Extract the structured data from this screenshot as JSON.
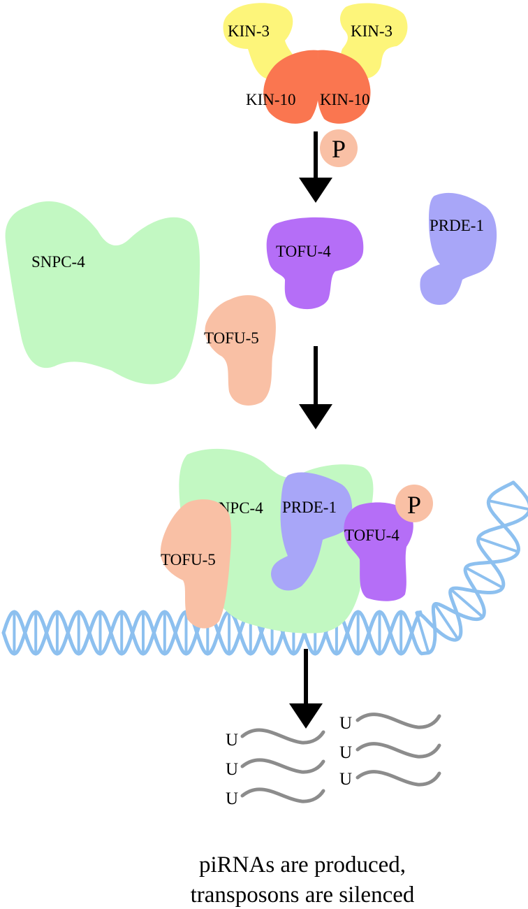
{
  "colors": {
    "kin3": "#fdf57a",
    "kin10": "#fa7650",
    "phospho": "#f9c0a5",
    "snpc4": "#c2f8c2",
    "tofu4": "#b56ef7",
    "tofu5": "#f9c0a5",
    "prde1": "#a8a6f8",
    "dna": "#8dc0ef",
    "rna": "#8c8c8c",
    "arrow": "#000000"
  },
  "stage1": {
    "kin3_left": "KIN-3",
    "kin3_right": "KIN-3",
    "kin10_left": "KIN-10",
    "kin10_right": "KIN-10",
    "phospho": "P"
  },
  "stage2": {
    "snpc4": "SNPC-4",
    "tofu4": "TOFU-4",
    "tofu5": "TOFU-5",
    "prde1": "PRDE-1"
  },
  "stage3": {
    "snpc4": "SNPC-4",
    "prde1": "PRDE-1",
    "tofu4": "TOFU-4",
    "tofu5": "TOFU-5",
    "phospho": "P"
  },
  "rnas": {
    "left": [
      "U",
      "U",
      "U"
    ],
    "right": [
      "U",
      "U",
      "U"
    ]
  },
  "caption": {
    "line1": "piRNAs are produced,",
    "line2": "transposons are silenced"
  }
}
